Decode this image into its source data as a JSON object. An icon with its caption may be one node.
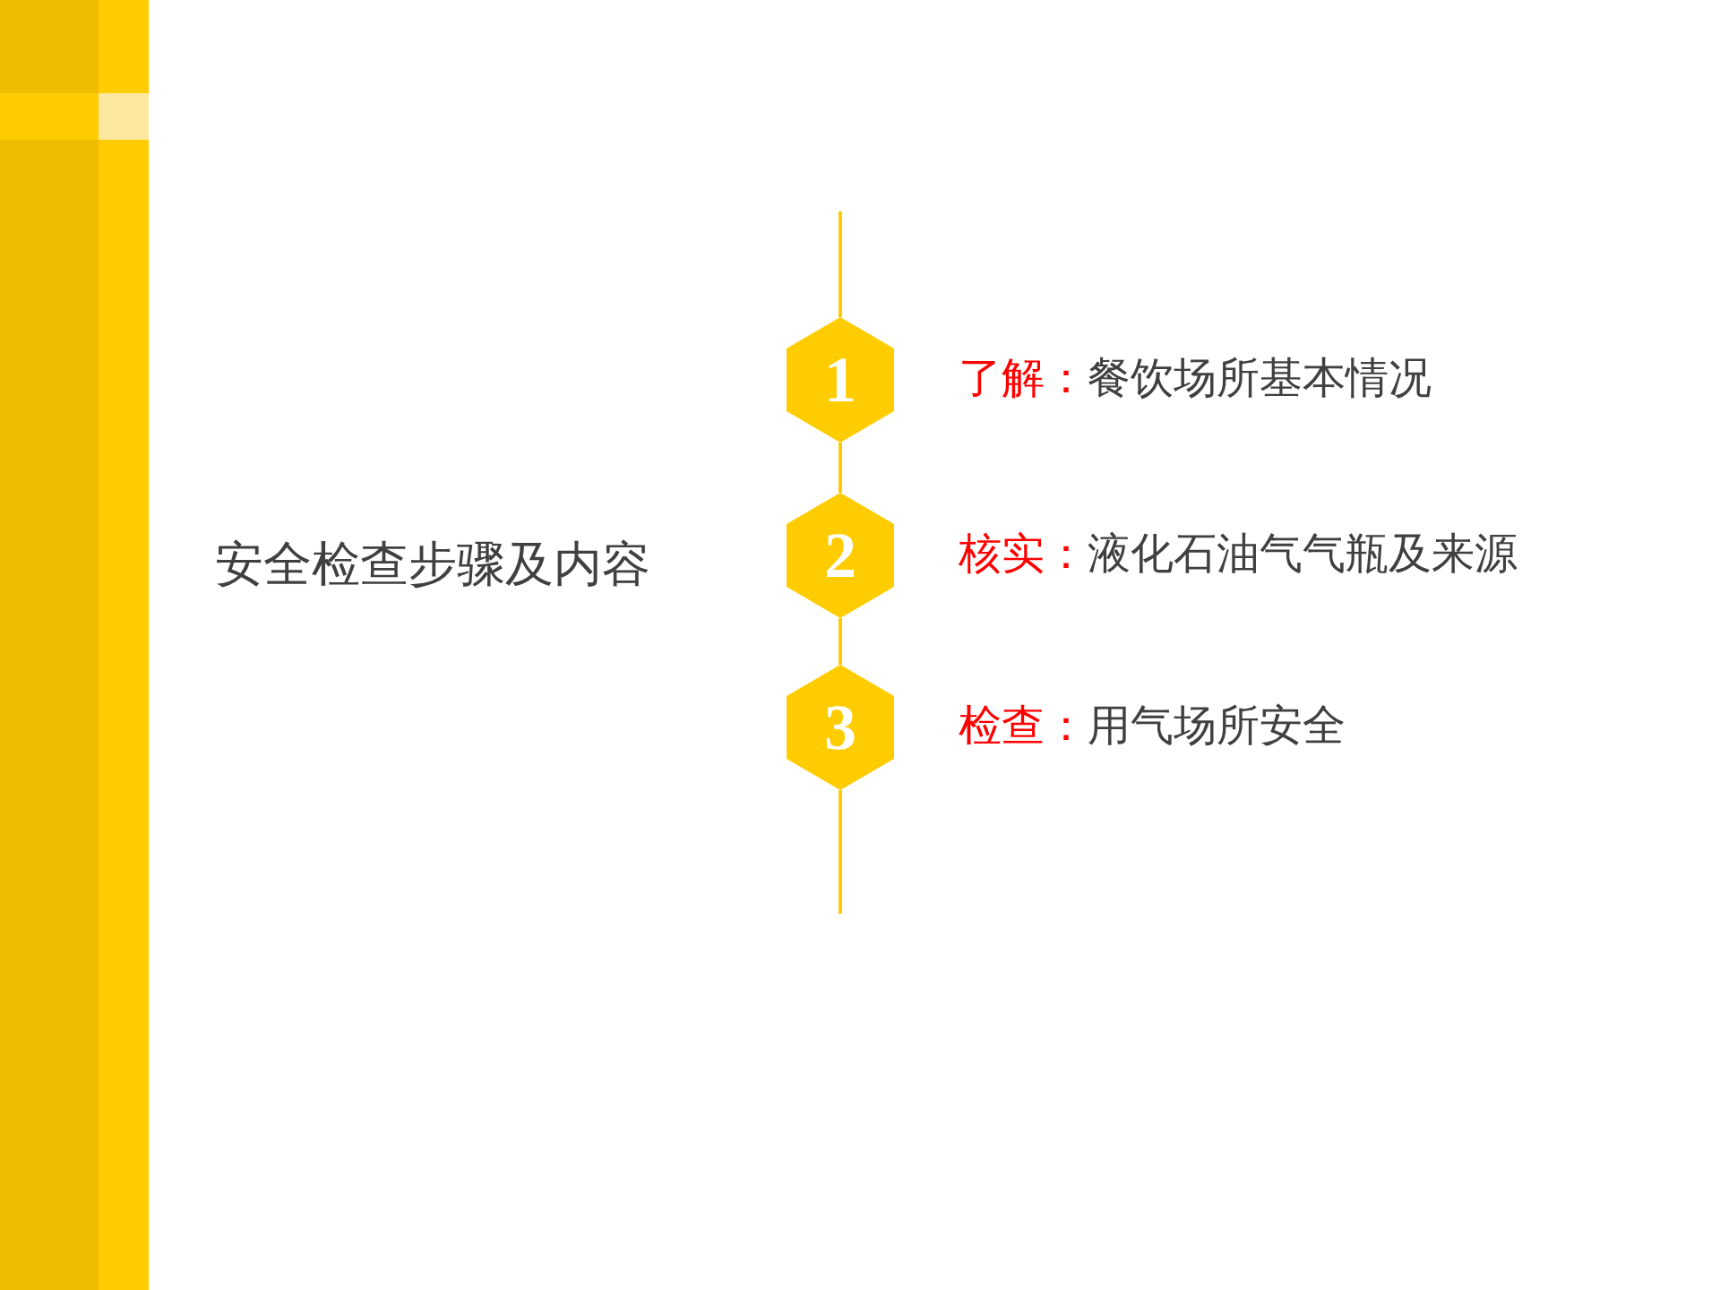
{
  "diagram": {
    "nodes": [
      {
        "text": [
          "1"
        ],
        "beside": [
          "了解：",
          "餐饮场所基本情况"
        ]
      },
      {
        "text": [
          "2"
        ],
        "beside": [
          "核实：",
          "液化石油气气瓶及来源"
        ]
      },
      {
        "text": [
          "3"
        ],
        "beside": [
          "检查：",
          "用气场所安全"
        ]
      }
    ],
    "edges": [
      {
        "from": null,
        "to": 0,
        "arrow": "none"
      },
      {
        "from": 0,
        "to": 1,
        "arrow": "none"
      },
      {
        "from": 1,
        "to": 2,
        "arrow": "none"
      },
      {
        "from": 2,
        "to": null,
        "arrow": "none"
      }
    ],
    "labels": [
      "安全检查步骤及内容"
    ]
  }
}
